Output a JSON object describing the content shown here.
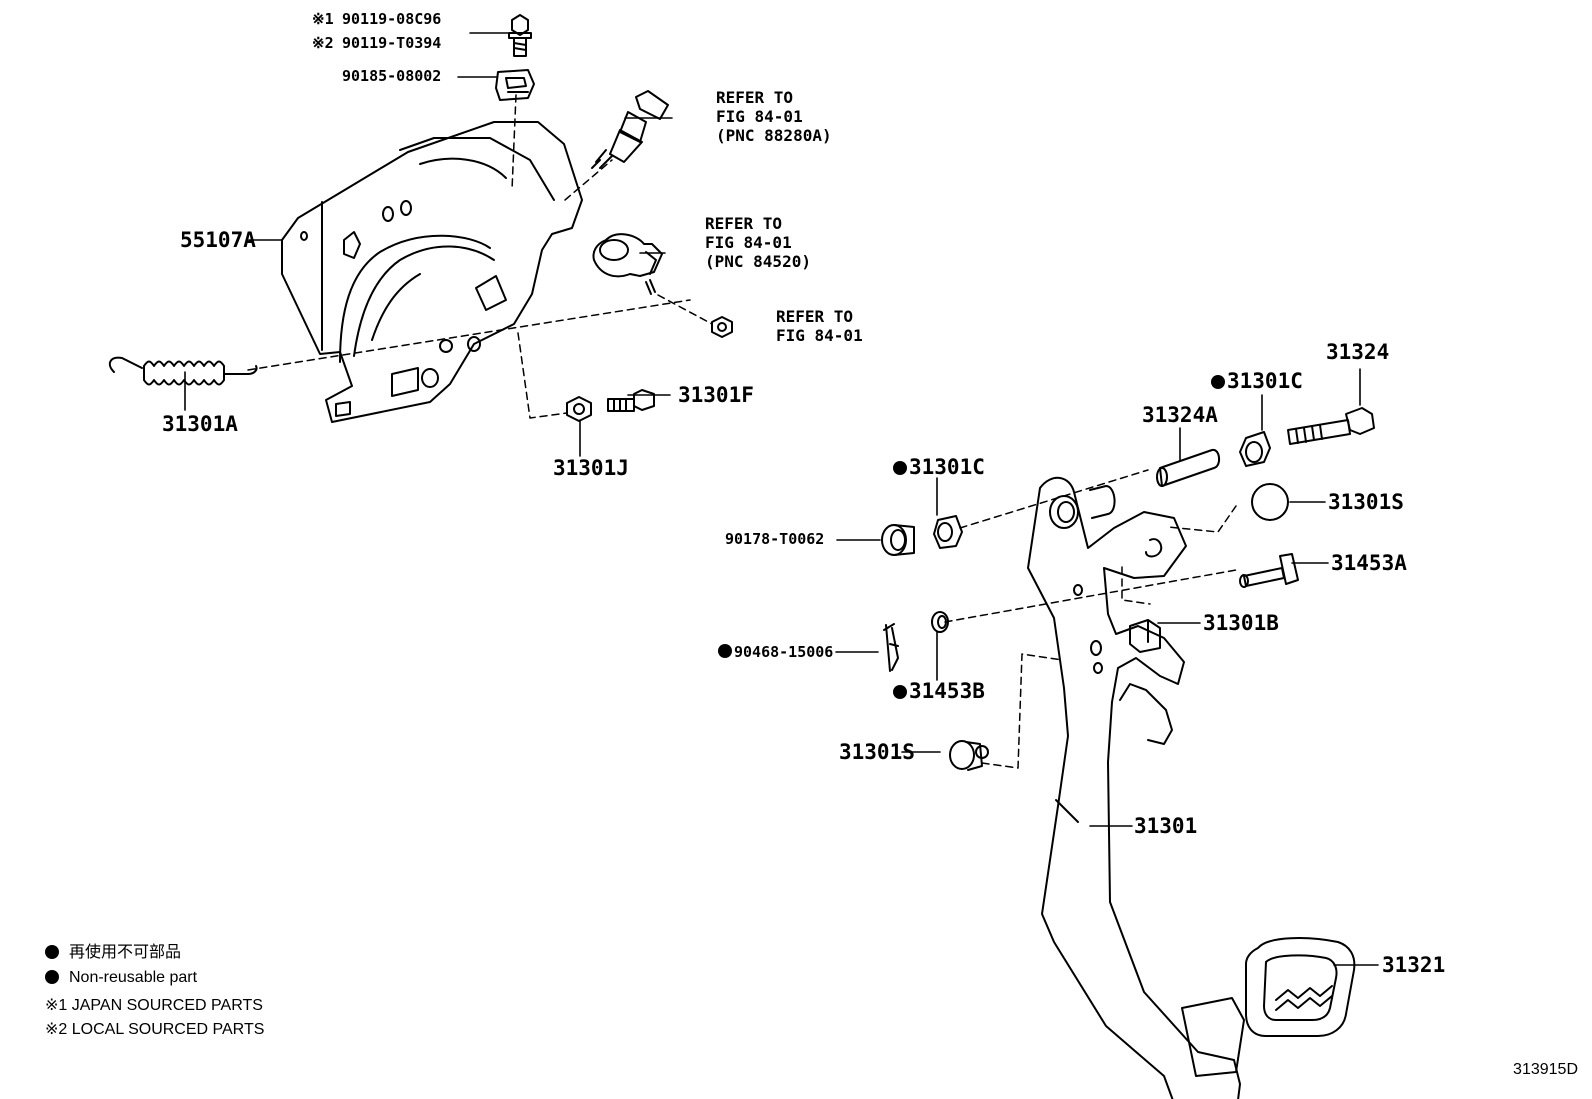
{
  "labels": {
    "bolt_japan_mark": "※1",
    "bolt_japan": "90119-08C96",
    "bolt_local_mark": "※2",
    "bolt_local": "90119-T0394",
    "nut_clip": "90185-08002",
    "bracket": "55107A",
    "spring": "31301A",
    "bolt_f": "31301F",
    "nut_j": "31301J",
    "bolt_31324": "31324",
    "bushing_c_upper": "31301C",
    "collar": "31324A",
    "bushing_c_left": "31301C",
    "stopper_s_right": "31301S",
    "washer": "90178-T0062",
    "pin_a": "31453A",
    "cushion_b": "31301B",
    "clip_pin": "90468-15006",
    "pin_b": "31453B",
    "stopper_s_left": "31301S",
    "pedal_arm": "31301",
    "pedal_pad": "31321"
  },
  "refer": {
    "switch_1": "REFER TO\nFIG 84-01\n(PNC 88280A)",
    "switch_2": "REFER TO\nFIG 84-01\n(PNC 84520)",
    "nut": "REFER TO\nFIG 84-01"
  },
  "legend": {
    "jp_nonreusable": "再使用不可部品",
    "en_nonreusable": "Non-reusable part",
    "japan_sourced": "※1 JAPAN SOURCED PARTS",
    "local_sourced": "※2 LOCAL SOURCED PARTS"
  },
  "figure_number": "313915D"
}
